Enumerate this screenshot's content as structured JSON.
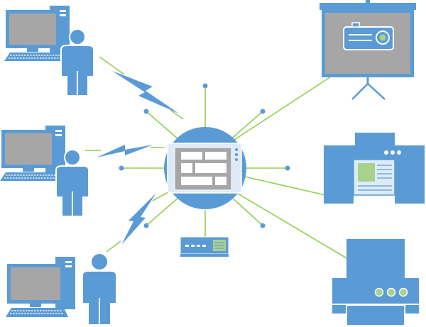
{
  "diagram": {
    "type": "network-topology",
    "colors": {
      "device_blue": "#5B9BD5",
      "screen_gray": "#A6A6A6",
      "link_green": "#92D050",
      "panel_light": "#DEEBF7",
      "paper_green": "#A9D18E",
      "white": "#FFFFFF"
    },
    "hub": {
      "id": "hub",
      "icon": "tablet-hub-icon"
    },
    "nodes": [
      {
        "id": "workstation-1",
        "icon": "desktop-computer-with-user-icon",
        "link": "wireless"
      },
      {
        "id": "workstation-2",
        "icon": "desktop-computer-with-user-icon",
        "link": "wireless"
      },
      {
        "id": "workstation-3",
        "icon": "desktop-computer-with-user-icon",
        "link": "wireless"
      },
      {
        "id": "projector",
        "icon": "projector-screen-icon",
        "link": "wired"
      },
      {
        "id": "copier",
        "icon": "copier-icon",
        "link": "wired"
      },
      {
        "id": "printer",
        "icon": "printer-icon",
        "link": "wired"
      },
      {
        "id": "router",
        "icon": "router-icon",
        "link": "wired"
      }
    ],
    "unconnected_ports": 6
  }
}
